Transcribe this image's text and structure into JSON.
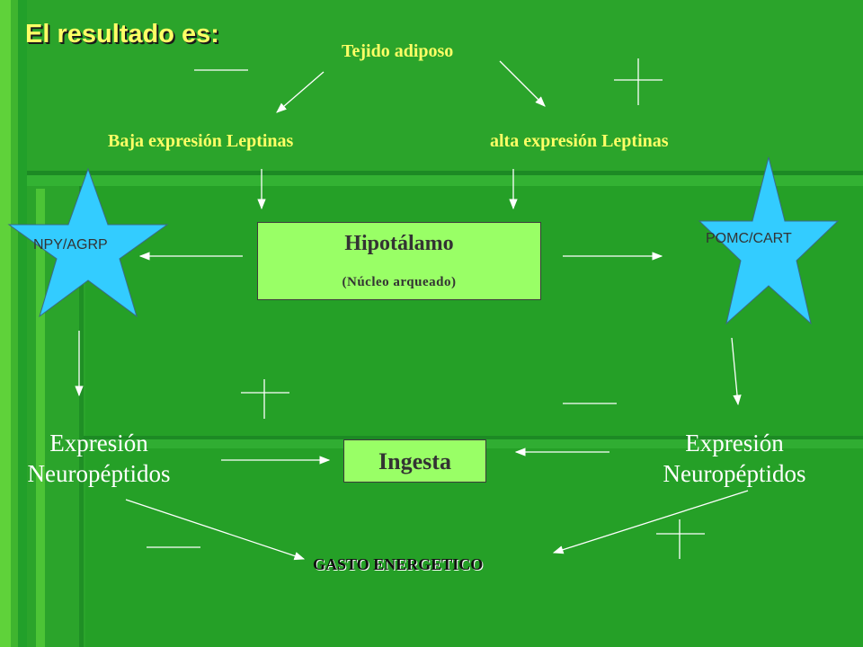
{
  "title": "El resultado es:",
  "top_node": "Tejido adiposo",
  "left_branch": "Baja expresión Leptinas",
  "right_branch": "alta expresión Leptinas",
  "center_box": {
    "title": "Hipotálamo",
    "subtitle": "(Núcleo arqueado)"
  },
  "left_star": "NPY/AGRP",
  "right_star": "POMC/CART",
  "left_expression": [
    "Expresión",
    "Neuropéptidos"
  ],
  "right_expression": [
    "Expresión",
    "Neuropéptidos"
  ],
  "ingesta": "Ingesta",
  "gasto": "GASTO ENERGETICO",
  "colors": {
    "background": "#2ba42b",
    "box": "#99ff66",
    "star": "#33ccff",
    "label_yellow": "#ffff66"
  }
}
